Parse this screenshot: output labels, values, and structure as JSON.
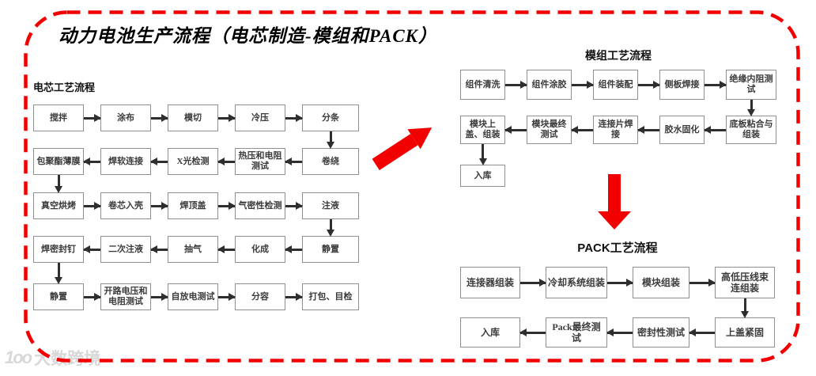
{
  "title": "动力电池生产流程（电芯制造-模组和PACK）",
  "colors": {
    "frame_red": "#f20000",
    "big_arrow_red": "#f20000",
    "flow_arrow_black": "#2e2e2e",
    "box_border_gray": "#8f8f8f",
    "watermark_gray": "#d8d8d8"
  },
  "sections": {
    "cell": {
      "title": "电芯工艺流程",
      "rows": [
        [
          "搅拌",
          "涂布",
          "模切",
          "冷压",
          "分条"
        ],
        [
          "包聚酯薄膜",
          "焊软连接",
          "X光检测",
          "热压和电阻测试",
          "卷绕"
        ],
        [
          "真空烘烤",
          "卷芯入壳",
          "焊顶盖",
          "气密性检测",
          "注液"
        ],
        [
          "焊密封钉",
          "二次注液",
          "抽气",
          "化成",
          "静置"
        ],
        [
          "静置",
          "开路电压和电阻测试",
          "自放电测试",
          "分容",
          "打包、目检"
        ]
      ]
    },
    "module": {
      "title": "模组工艺流程",
      "rows": [
        [
          "组件清洗",
          "组件涂胶",
          "组件装配",
          "侧板焊接",
          "绝缘内阻测试"
        ],
        [
          "模块上盖、组装",
          "模块最终测试",
          "连接片焊接",
          "胶水固化",
          "底板粘合与组装"
        ],
        [
          "入库"
        ]
      ]
    },
    "pack": {
      "title": "PACK工艺流程",
      "rows": [
        [
          "连接器组装",
          "冷却系统组装",
          "模块组装",
          "高低压线束连组装"
        ],
        [
          "入库",
          "Pack最终测试",
          "密封性测试",
          "上盖紧固"
        ]
      ]
    }
  },
  "watermark": {
    "logo": "1oo",
    "text": "大数跨境"
  }
}
